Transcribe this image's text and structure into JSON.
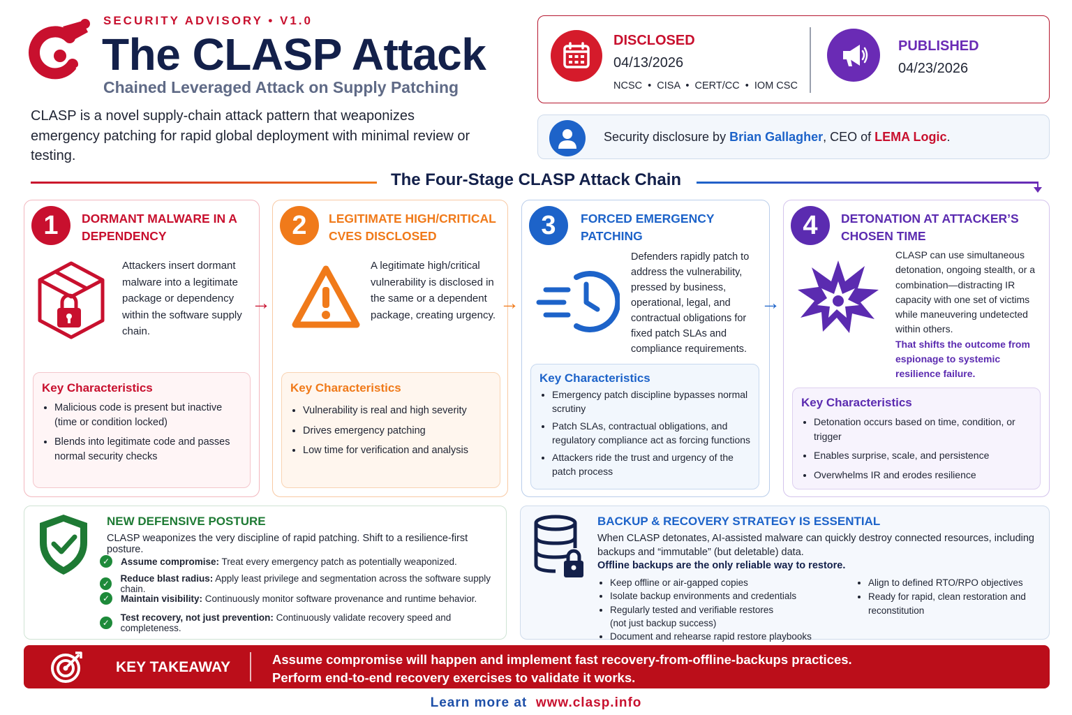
{
  "header": {
    "kicker": "SECURITY ADVISORY  •  V1.0",
    "title": "The CLASP Attack",
    "subtitle": "Chained Leveraged Attack on Supply Patching",
    "intro": "CLASP is a novel supply-chain attack pattern that weaponizes emergency patching for rapid global deployment with minimal review or testing."
  },
  "dates": {
    "disclosed_label": "DISCLOSED",
    "disclosed_date": "04/13/2026",
    "disclosed_orgs": "NCSC  •  CISA  •  CERT/CC  •  IOM CSC",
    "published_label": "PUBLISHED",
    "published_date": "04/23/2026"
  },
  "author": {
    "prefix": "Security disclosure by ",
    "name": "Brian Gallagher",
    "middle": ", CEO of ",
    "company": "LEMA Logic",
    "suffix": "."
  },
  "chain_title": "The Four-Stage CLASP Attack Chain",
  "stages": [
    {
      "num": "1",
      "title": "DORMANT MALWARE IN A DEPENDENCY",
      "desc": "Attackers insert dormant malware into a legitimate package or dependency within the software supply chain.",
      "kc_title": "Key Characteristics",
      "kc": [
        "Malicious code is present but inactive (time or condition locked)",
        "Blends into legitimate code and passes normal security checks"
      ]
    },
    {
      "num": "2",
      "title": "LEGITIMATE HIGH/CRITICAL CVES DISCLOSED",
      "desc": "A legitimate high/critical vulnerability is disclosed in the same or a dependent package, creating urgency.",
      "kc_title": "Key Characteristics",
      "kc": [
        "Vulnerability is real and high severity",
        "Drives emergency patching",
        "Low time for verification and analysis"
      ]
    },
    {
      "num": "3",
      "title": "FORCED EMERGENCY PATCHING",
      "desc": "Defenders rapidly patch to address the vulnerability, pressed by business, operational, legal, and contractual obligations for fixed patch SLAs and compliance requirements.",
      "kc_title": "Key Characteristics",
      "kc": [
        "Emergency patch discipline bypasses normal scrutiny",
        "Patch SLAs, contractual obligations, and regulatory compliance act as forcing functions",
        "Attackers ride the trust and urgency of the patch process"
      ]
    },
    {
      "num": "4",
      "title": "DETONATION AT ATTACKER’S CHOSEN TIME",
      "desc": "CLASP can use simultaneous detonation, ongoing stealth, or a combination—distracting IR capacity with one set of victims while maneuvering undetected within others.",
      "desc_strong": "That shifts the outcome from espionage to systemic resilience failure.",
      "kc_title": "Key Characteristics",
      "kc": [
        "Detonation occurs based on time, condition, or trigger",
        "Enables surprise, scale, and persistence",
        "Overwhelms IR and erodes resilience"
      ]
    }
  ],
  "defense": {
    "title": "NEW DEFENSIVE POSTURE",
    "sub": "CLASP weaponizes the very discipline of rapid patching. Shift to a resilience-first posture.",
    "items": [
      {
        "label": "Assume compromise:",
        "text": " Treat every emergency patch as potentially weaponized."
      },
      {
        "label": "Reduce blast radius:",
        "text": " Apply least privilege and segmentation across the software supply chain."
      },
      {
        "label": "Maintain visibility:",
        "text": " Continuously monitor software provenance and runtime behavior."
      },
      {
        "label": "Test recovery, not just prevention:",
        "text": " Continuously validate recovery speed and completeness."
      }
    ]
  },
  "backup": {
    "title": "BACKUP & RECOVERY STRATEGY IS ESSENTIAL",
    "para": "When CLASP detonates, AI-assisted malware can quickly destroy connected resources, including backups and “immutable” (but deletable) data.",
    "strong": "Offline backups are the only reliable way to restore.",
    "list_left": [
      "Keep offline or air-gapped copies",
      "Isolate backup environments and credentials",
      "Regularly tested and verifiable restores (not just backup success)",
      "Document and rehearse rapid restore playbooks"
    ],
    "list_right": [
      "Align to defined RTO/RPO objectives",
      "Ready for rapid, clean restoration and reconstitution"
    ]
  },
  "takeaway": {
    "label": "KEY TAKEAWAY",
    "line1": "Assume compromise will happen and implement fast recovery-from-offline-backups practices.",
    "line2": "Perform end-to-end recovery exercises to validate it works."
  },
  "footer": {
    "prefix": "Learn more at",
    "url": "www.clasp.info"
  },
  "colors": {
    "stage1": "#c8102e",
    "stage2": "#f07a1a",
    "stage3": "#1d63c9",
    "stage4": "#5b2bb0",
    "defense": "#1e7a34",
    "navy": "#13204a"
  },
  "icons": {
    "logo": "clasp-logo-icon",
    "disclosed": "calendar-icon",
    "published": "megaphone-icon",
    "author": "user-icon",
    "stage1": "locked-package-icon",
    "stage2": "warning-triangle-icon",
    "stage3": "fast-clock-icon",
    "stage4": "explosion-icon",
    "defense": "shield-check-icon",
    "backup": "database-lock-icon",
    "takeaway": "target-icon"
  }
}
